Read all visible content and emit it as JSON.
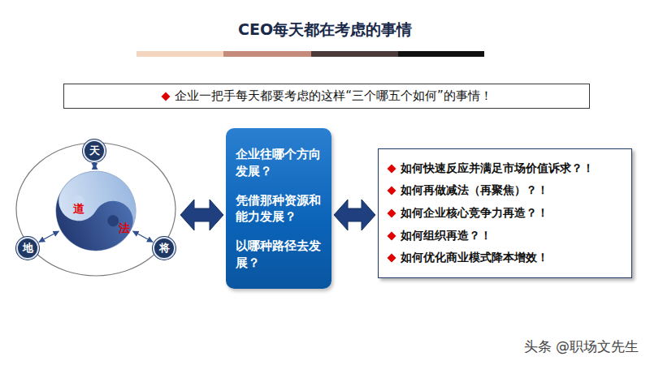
{
  "diagram": {
    "title": "CEO每天都在考虑的事情",
    "nodes": [
      {
        "text": [
          "企业一把手每天都要考虑的这样“三个哪五个如何”的事情！"
        ]
      },
      {
        "text": [
          "天"
        ]
      },
      {
        "text": [
          "道",
          "法"
        ]
      },
      {
        "text": [
          "地"
        ]
      },
      {
        "text": [
          "将"
        ]
      },
      {
        "text": [
          "企业往哪个方向发展？",
          "凭借那种资源和能力发展？",
          "以哪种路径去发展？"
        ]
      },
      {
        "text": [
          "如何快速反应并满足市场价值诉求？！",
          "如何再做减法（再聚焦）？！",
          "如何企业核心竞争力再造？！",
          "如何组织再造？！",
          "如何优化商业模式降本增效！"
        ]
      }
    ],
    "edges": [
      {
        "from": 1,
        "to": 2,
        "arrow": "both"
      },
      {
        "from": 3,
        "to": 2,
        "arrow": "both"
      },
      {
        "from": 4,
        "to": 2,
        "arrow": "both"
      },
      {
        "from": 2,
        "to": 5,
        "arrow": "both"
      },
      {
        "from": 5,
        "to": 6,
        "arrow": "both"
      }
    ],
    "labels": [
      "头条 @职场文先生"
    ]
  }
}
